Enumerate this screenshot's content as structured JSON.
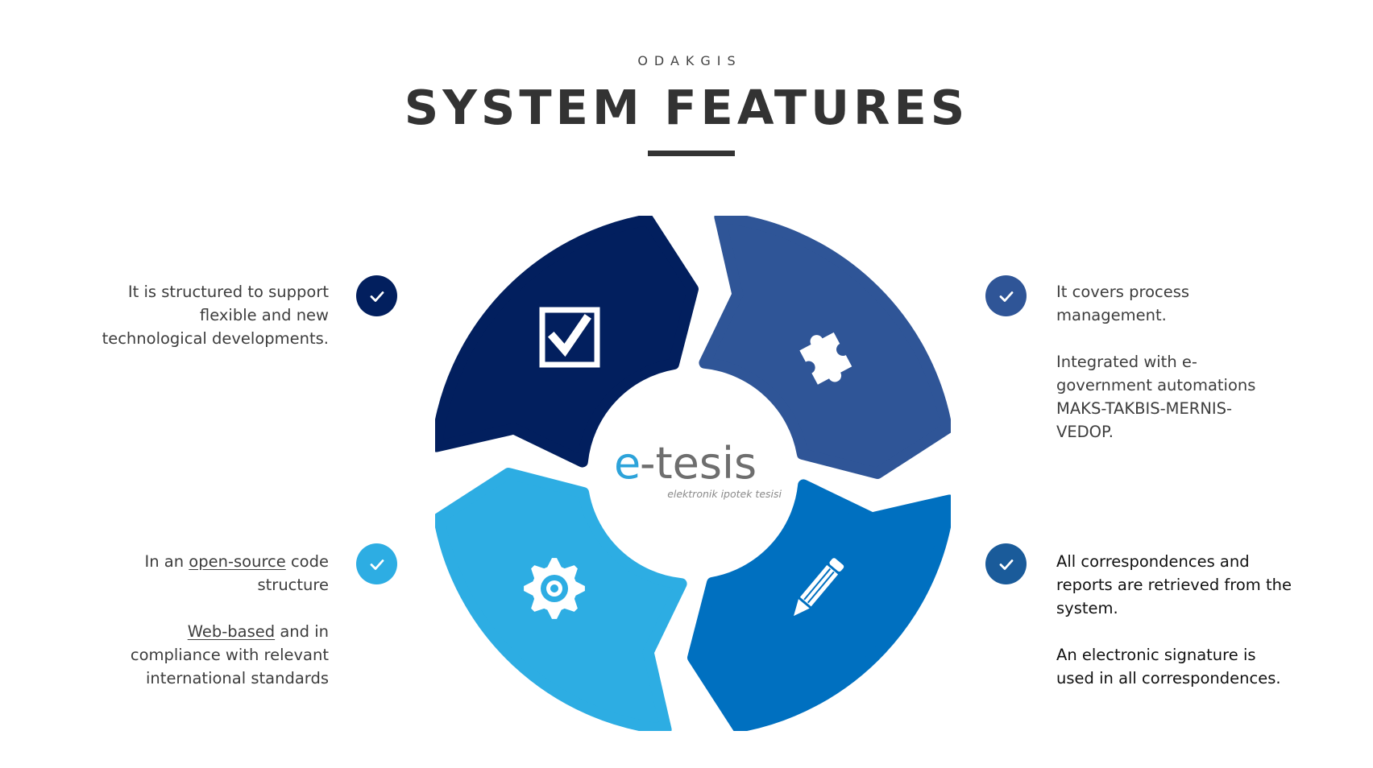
{
  "header": {
    "kicker": "ODAKGIS",
    "title": "SYSTEM FEATURES"
  },
  "logo": {
    "mark_e": "e",
    "mark_rest": "-tesis",
    "tagline": "elektronik ipotek tesisi"
  },
  "colors": {
    "navy": "#021F5E",
    "steel_blue": "#2F5597",
    "medium_blue": "#0070C0",
    "light_blue": "#2DADE3",
    "check_right_bottom": "#1A5B9A",
    "logo_blue": "#2DA3DA",
    "logo_gray": "#6E6E6E"
  },
  "segments": [
    {
      "position": "top-left",
      "icon": "checkbox-icon",
      "color": "#021F5E"
    },
    {
      "position": "top-right",
      "icon": "puzzle-piece-icon",
      "color": "#2F5597"
    },
    {
      "position": "bottom-right",
      "icon": "pencil-icon",
      "color": "#0070C0"
    },
    {
      "position": "bottom-left",
      "icon": "gear-icon",
      "color": "#2DADE3"
    }
  ],
  "features": {
    "top_left": {
      "lines": [
        "It is structured to support",
        "flexible and new",
        "technological developments."
      ]
    },
    "bottom_left": {
      "p1_pre": "In an ",
      "p1_link": "open-source",
      "p1_post": " code",
      "p1_line2": "structure",
      "p2_link": "Web-based",
      "p2_post": " and in",
      "p2_line2": "compliance with relevant",
      "p2_line3": "international standards"
    },
    "top_right": {
      "p1_lines": [
        "It covers process",
        "management."
      ],
      "p2_lines": [
        "Integrated with e-",
        "government automations",
        "MAKS-TAKBIS-MERNIS-",
        "VEDOP."
      ]
    },
    "bottom_right": {
      "p1_lines": [
        "All correspondences and",
        "reports are retrieved from the",
        "system."
      ],
      "p2_lines": [
        "An electronic signature is",
        "used in all correspondences."
      ]
    }
  }
}
